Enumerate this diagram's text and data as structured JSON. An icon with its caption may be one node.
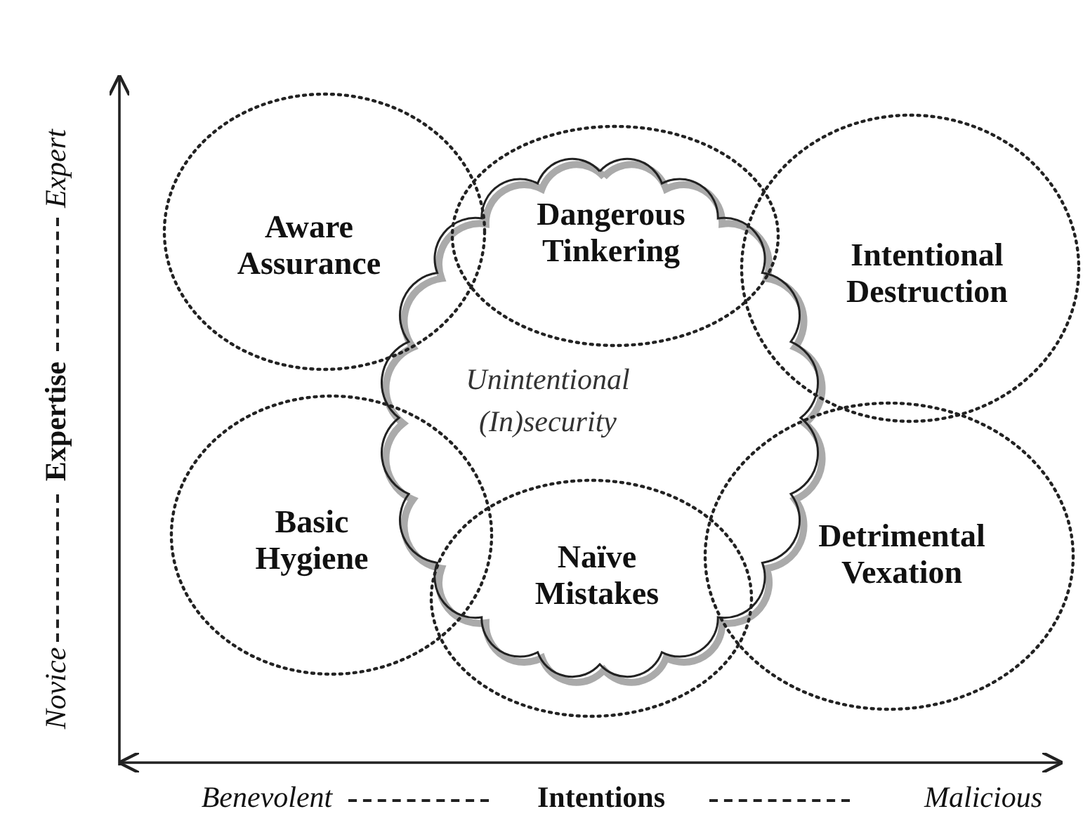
{
  "diagram": {
    "nodes": [
      {
        "text": [
          "Aware Assurance"
        ]
      },
      {
        "text": [
          "Dangerous Tinkering"
        ]
      },
      {
        "text": [
          "Intentional Destruction"
        ]
      },
      {
        "text": [
          "Unintentional (In)security"
        ]
      },
      {
        "text": [
          "Basic Hygiene"
        ]
      },
      {
        "text": [
          "Naïve Mistakes"
        ]
      },
      {
        "text": [
          "Detrimental Vexation"
        ]
      }
    ],
    "labels": [
      "Expert",
      "Expertise",
      "Novice",
      "Benevolent",
      "Intentions",
      "Malicious"
    ]
  }
}
